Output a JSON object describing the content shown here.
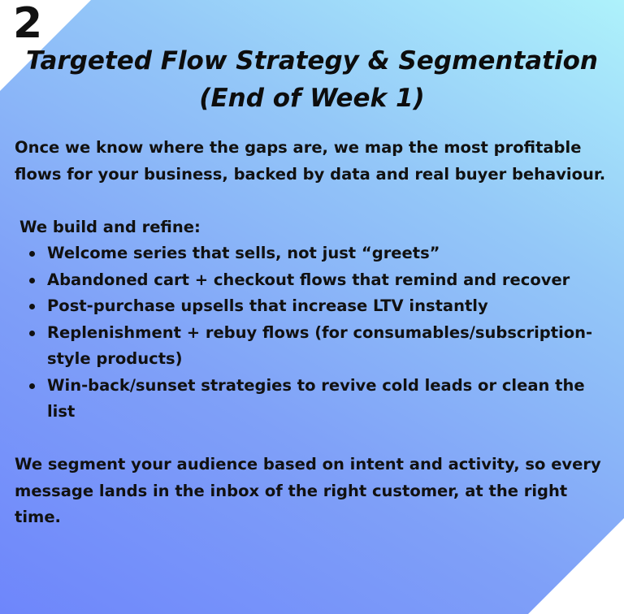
{
  "step_number": "2",
  "title": {
    "line1": "Targeted Flow Strategy & Segmentation",
    "line2": "(End of Week 1)"
  },
  "intro": "Once we know where the gaps are, we map the most profitable flows for your business, backed by data and real buyer behaviour.",
  "build_heading": "We build and refine:",
  "bullets": [
    "Welcome series that sells, not just “greets”",
    "Abandoned cart + checkout flows that remind and recover",
    "Post-purchase upsells that increase LTV instantly",
    "Replenishment + rebuy flows (for consumables/subscription-style products)",
    "Win-back/sunset strategies to revive cold leads or clean the list"
  ],
  "closing": "We segment your audience based on intent and activity, so every message lands in the inbox of the right customer, at the right time.",
  "colors": {
    "gradient_start": "#6e86fb",
    "gradient_end": "#aef2fb",
    "corner": "#ffffff",
    "text": "#111111"
  }
}
